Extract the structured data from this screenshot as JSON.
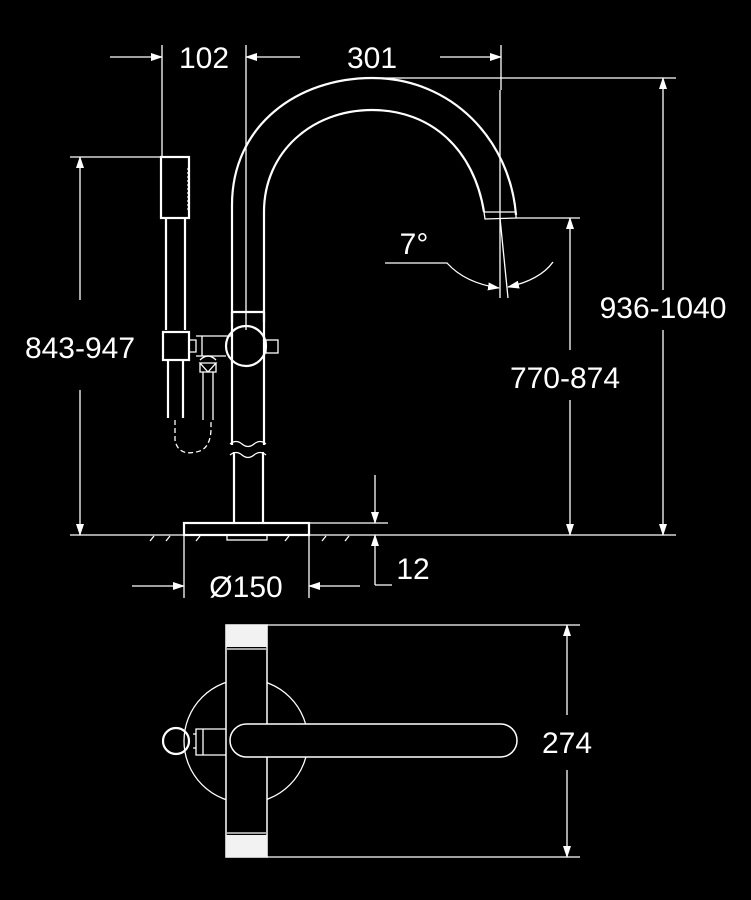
{
  "drawing": {
    "side_view": {
      "dim_handshower_offset": "102",
      "dim_spout_reach": "301",
      "dim_spout_angle": "7°",
      "dim_total_height": "936-1040",
      "dim_handshower_height": "843-947",
      "dim_spout_outlet_height": "770-874",
      "dim_base_thickness": "12",
      "dim_base_diameter": "Ø150"
    },
    "top_view": {
      "dim_width": "274"
    },
    "colors": {
      "background": "#000000",
      "lines": "#ffffff"
    }
  }
}
